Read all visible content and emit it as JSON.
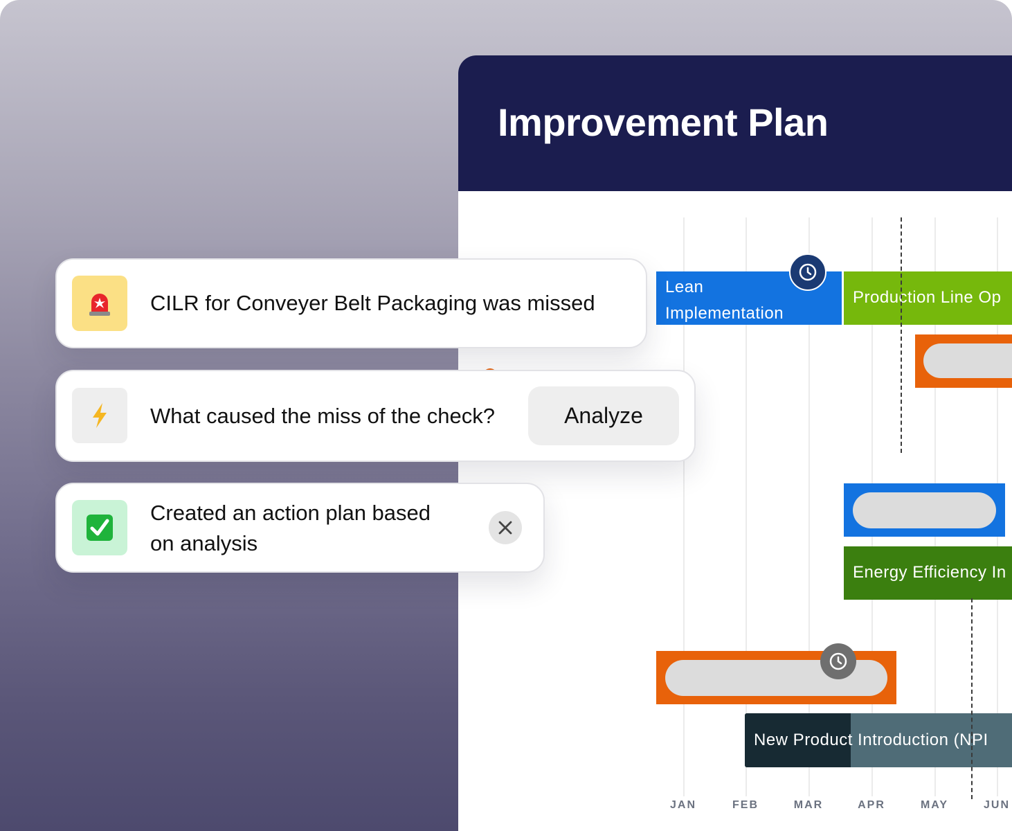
{
  "plan": {
    "title": "Improvement Plan",
    "months": [
      "JAN",
      "FEB",
      "MAR",
      "APR",
      "MAY",
      "JUN"
    ],
    "bars": [
      {
        "label_lines": [
          "Lean",
          "Implementation"
        ],
        "color": "#1373e0",
        "has_clock": true
      },
      {
        "label": "Production Line Op",
        "color": "#76b80c"
      },
      {
        "label": "",
        "color": "#e8620a"
      },
      {
        "label": "",
        "color": "#1373e0"
      },
      {
        "label": "Energy Efficiency In",
        "color": "#3b7f0f"
      },
      {
        "label": "",
        "color": "#e8620a",
        "has_clock": true
      },
      {
        "label": "New Product Introduction (NPI",
        "color": "#4f6c77",
        "accent_color": "#172a33"
      }
    ]
  },
  "notifications": [
    {
      "text": "CILR for Conveyer Belt Packaging was missed",
      "icon": "siren-icon",
      "icon_bg": "#fbe085"
    },
    {
      "text": "What caused the miss of the check?",
      "icon": "lightning-icon",
      "icon_bg": "#eeeeee",
      "button_label": "Analyze"
    },
    {
      "text_lines": [
        "Created an action plan based",
        "on analysis"
      ],
      "icon": "check-mark-icon",
      "icon_bg": "#c9f3d6"
    }
  ]
}
